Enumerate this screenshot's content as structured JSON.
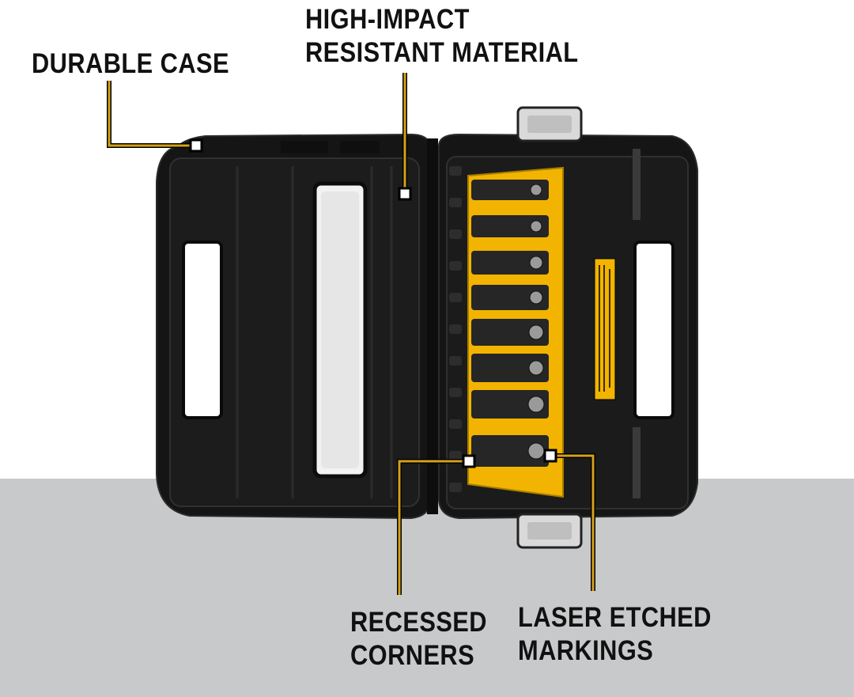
{
  "callouts": {
    "durable_case": {
      "line1": "DURABLE CASE"
    },
    "high_impact": {
      "line1": "HIGH-IMPACT",
      "line2": "RESISTANT MATERIAL"
    },
    "recessed_corners": {
      "line1": "RECESSED",
      "line2": "CORNERS"
    },
    "laser_etched": {
      "line1": "LASER ETCHED",
      "line2": "MARKINGS"
    }
  },
  "sockets_count": 8,
  "colors": {
    "accent": "#d4a11a",
    "insert_yellow": "#f2b400",
    "case_black": "#141414",
    "floor_gray": "#c8c9cb"
  }
}
